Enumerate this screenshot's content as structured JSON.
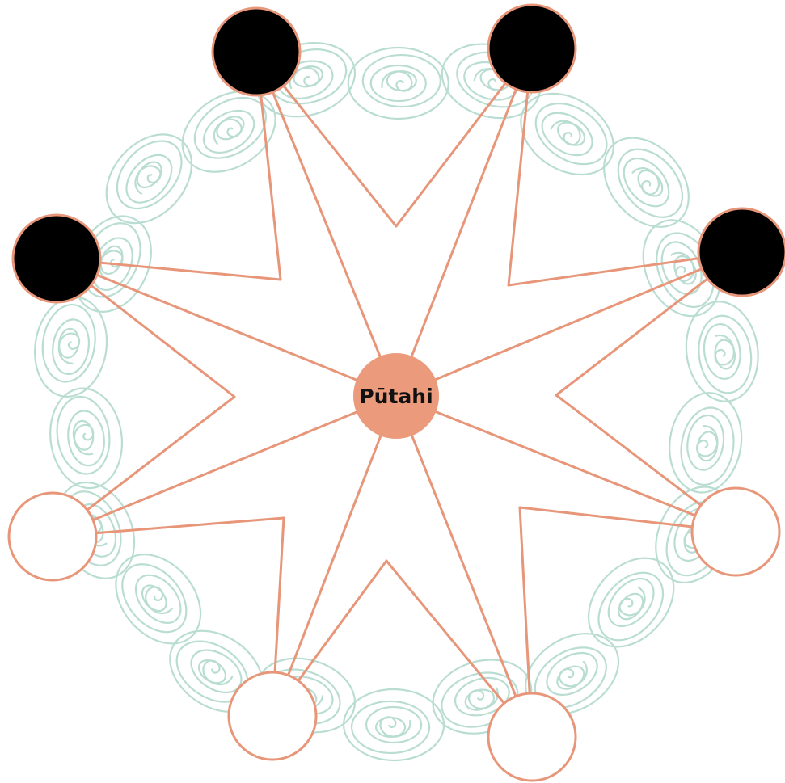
{
  "center": {
    "label": "Pūtahi"
  },
  "colors": {
    "accent": "#E8967A",
    "center_fill": "#EC9A7C",
    "pattern": "#B9DDD2",
    "filled_node": "#000000",
    "empty_node": "#ffffff"
  },
  "points": [
    {
      "id": "top-left",
      "state": "filled"
    },
    {
      "id": "top-right",
      "state": "filled"
    },
    {
      "id": "right-upper",
      "state": "filled"
    },
    {
      "id": "right-lower",
      "state": "empty"
    },
    {
      "id": "bottom-right",
      "state": "empty"
    },
    {
      "id": "bottom-left",
      "state": "empty"
    },
    {
      "id": "left-lower",
      "state": "empty"
    },
    {
      "id": "left-upper",
      "state": "filled"
    }
  ]
}
